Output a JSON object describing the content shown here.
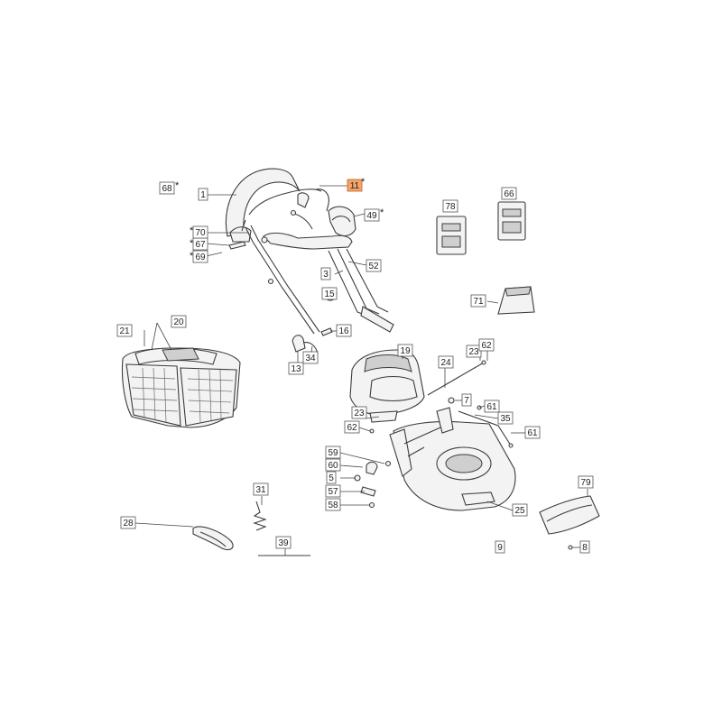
{
  "diagram": {
    "highlight_color": "#f4a46a",
    "labels": [
      "1",
      "3",
      "5",
      "7",
      "8",
      "9",
      "11",
      "13",
      "15",
      "16",
      "19",
      "20",
      "21",
      "23",
      "24",
      "25",
      "28",
      "31",
      "34",
      "35",
      "39",
      "49",
      "52",
      "57",
      "58",
      "59",
      "60",
      "61",
      "62",
      "66",
      "67",
      "68",
      "69",
      "70",
      "71",
      "78",
      "79"
    ],
    "highlighted_label": "11",
    "asterisk": "*"
  }
}
